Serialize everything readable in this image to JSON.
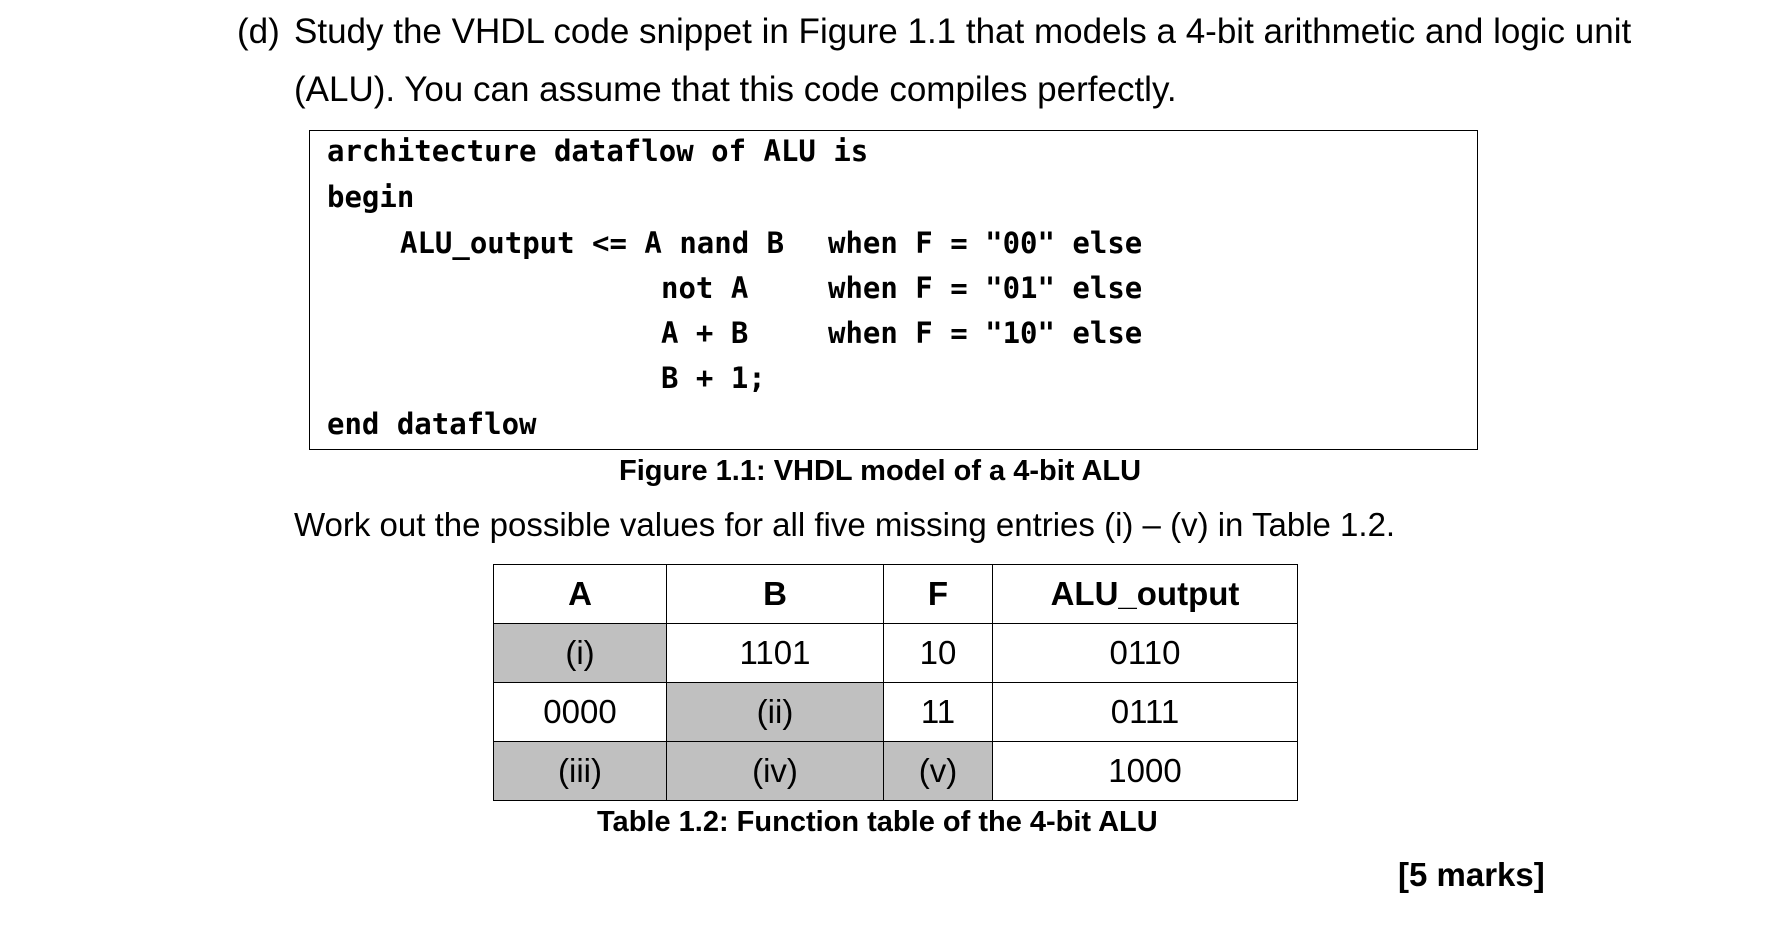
{
  "question": {
    "label": "(d)",
    "line1": "Study the VHDL code snippet in Figure 1.1 that models a 4-bit arithmetic and logic unit",
    "line2": "(ALU). You can assume that this code compiles perfectly."
  },
  "code": {
    "line1": "architecture dataflow of ALU is",
    "line2": "begin",
    "line3a": "ALU_output <= A nand B",
    "line3b": "when F = \"00\" else",
    "line4a": "not A",
    "line4b": "when F = \"01\" else",
    "line5a": "A + B",
    "line5b": "when F = \"10\" else",
    "line6": "B + 1;",
    "line7": "end dataflow"
  },
  "figure_caption": "Figure 1.1: VHDL model of a 4-bit ALU",
  "instruction": "Work out the possible values for all five missing entries (i) – (v) in Table 1.2.",
  "table": {
    "headers": [
      "A",
      "B",
      "F",
      "ALU_output"
    ],
    "rows": [
      [
        "(i)",
        "1101",
        "10",
        "0110"
      ],
      [
        "0000",
        "(ii)",
        "11",
        "0111"
      ],
      [
        "(iii)",
        "(iv)",
        "(v)",
        "1000"
      ]
    ],
    "shade_color": "#c0c0c0"
  },
  "table_caption": "Table 1.2: Function table of the 4-bit ALU",
  "marks": "[5 marks]"
}
